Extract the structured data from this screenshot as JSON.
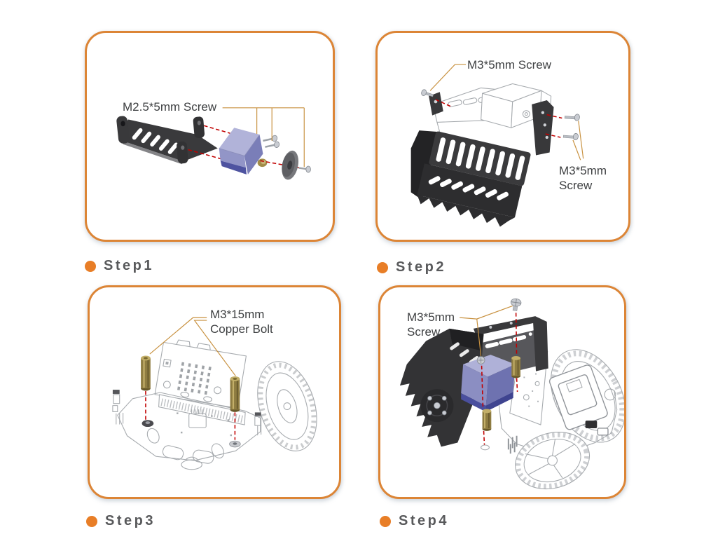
{
  "document": {
    "background": "#ffffff"
  },
  "colors": {
    "panel_border": "#DC8536",
    "step_dot": "#E87E27",
    "step_text": "#58595B",
    "callout_text": "#3E4042",
    "leader_line": "#C8913F",
    "guide_dashed_line": "#C10000",
    "black_part": "#39393B",
    "servo_body": "#AFB1D8",
    "copper_bolt": "#8E7C41",
    "line_art": "#A6AAAE"
  },
  "panels": [
    {
      "id": "step1",
      "step_label": "Step1",
      "callouts": {
        "screw": "M2.5*5mm Screw"
      }
    },
    {
      "id": "step2",
      "step_label": "Step2",
      "callouts": {
        "screw_top": "M3*5mm Screw",
        "screw_right_line1": "M3*5mm",
        "screw_right_line2": "Screw"
      }
    },
    {
      "id": "step3",
      "step_label": "Step3",
      "callouts": {
        "bolt_line1": "M3*15mm",
        "bolt_line2": "Copper Bolt"
      }
    },
    {
      "id": "step4",
      "step_label": "Step4",
      "callouts": {
        "screw_line1": "M3*5mm",
        "screw_line2": "Screw"
      }
    }
  ]
}
